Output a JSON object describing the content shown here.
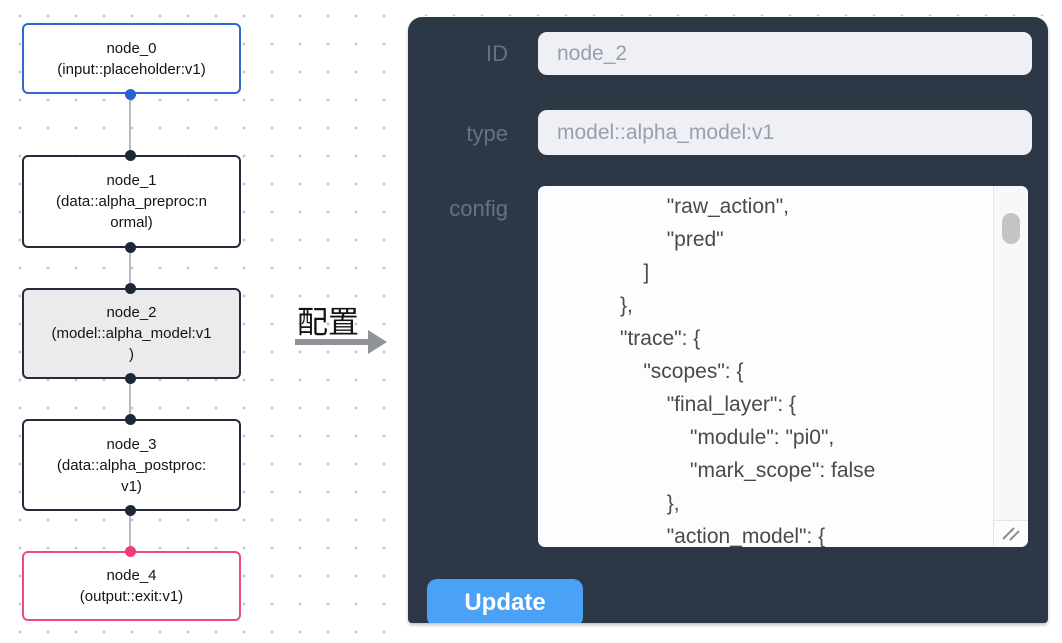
{
  "canvas": {
    "nodes": [
      {
        "title": "node_0",
        "subtitle_lines": [
          "(input::placeholder:v1)"
        ],
        "border_color": "#3465d0",
        "selected": false
      },
      {
        "title": "node_1",
        "subtitle_lines": [
          "(data::alpha_preproc:n",
          "ormal)"
        ],
        "border_color": "#232c3b",
        "selected": false
      },
      {
        "title": "node_2",
        "subtitle_lines": [
          "(model::alpha_model:v1",
          ")"
        ],
        "border_color": "#232c3b",
        "selected": true
      },
      {
        "title": "node_3",
        "subtitle_lines": [
          "(data::alpha_postproc:",
          "v1)"
        ],
        "border_color": "#232c3b",
        "selected": false
      },
      {
        "title": "node_4",
        "subtitle_lines": [
          "(output::exit:v1)"
        ],
        "border_color": "#ed4a84",
        "selected": false
      }
    ],
    "arrow_label": "配置"
  },
  "panel": {
    "id_label": "ID",
    "id_value": "node_2",
    "type_label": "type",
    "type_value": "model::alpha_model:v1",
    "config_label": "config",
    "config_text": "                    \"raw_action\",\n                    \"pred\"\n                ]\n            },\n            \"trace\": {\n                \"scopes\": {\n                    \"final_layer\": {\n                        \"module\": \"pi0\",\n                        \"mark_scope\": false\n                    },\n                    \"action_model\": {",
    "update_label": "Update"
  },
  "colors": {
    "panel_bg": "#2d3847",
    "button_blue": "#4aa1f6",
    "node_border_dark": "#232c3b",
    "node_border_blue": "#3465d0",
    "node_border_pink": "#ed4a84",
    "node_selected_bg": "#ebebed",
    "input_bg": "#eef0f5",
    "port_blue": "#2560d4",
    "port_dark": "#1d2737",
    "port_pink": "#f23c78",
    "edge_gray": "#b6bac1"
  }
}
